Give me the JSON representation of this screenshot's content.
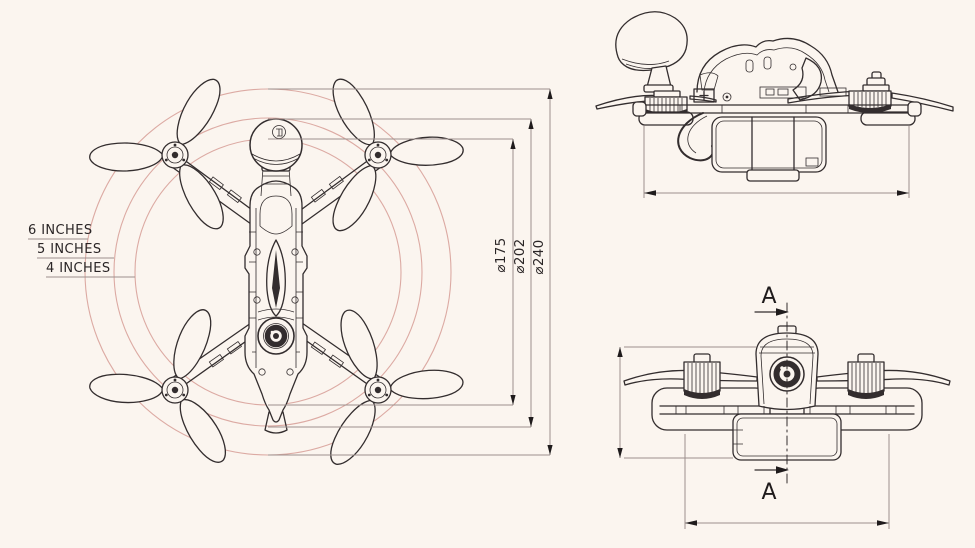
{
  "drawing": {
    "type": "drone-technical-drawing",
    "top_view": {
      "prop_size_labels": [
        {
          "label": "6 INCHES"
        },
        {
          "label": "5 INCHES"
        },
        {
          "label": "4 INCHES"
        }
      ],
      "diameter_dimensions": [
        {
          "label": "⌀175"
        },
        {
          "label": "⌀202"
        },
        {
          "label": "⌀240"
        }
      ]
    },
    "side_view": {
      "section_marker_top": "A",
      "section_marker_bottom": "A"
    },
    "colors": {
      "background": "#fbf5ef",
      "line": "#332d2e",
      "accent_pink": "#dcaaa3",
      "dimension_line": "#9d908d"
    }
  }
}
